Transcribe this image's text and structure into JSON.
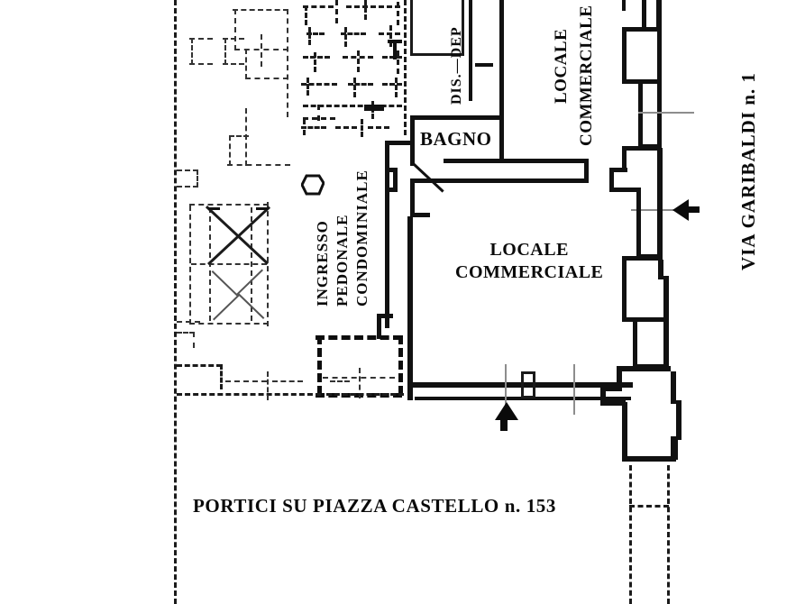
{
  "document": {
    "type": "architectural-floor-plan",
    "language": "it",
    "background_color": "#ffffff",
    "ink_color": "#0a0a0a"
  },
  "labels": {
    "bagno": "BAGNO",
    "locale_commerciale_main_line1": "LOCALE",
    "locale_commerciale_main_line2": "COMMERCIALE",
    "locale_commerciale_vert_line1": "LOCALE",
    "locale_commerciale_vert_line2": "COMMERCIALE",
    "ingresso_line1": "INGRESSO",
    "ingresso_line2": "PEDONALE",
    "ingresso_line3": "CONDOMINIALE",
    "dis_dep": "DIS.—DEP",
    "portici": "PORTICI  SU  PIAZZA CASTELLO  n. 153",
    "via_garibaldi": "VIA GARIBALDI  n. 1"
  },
  "rooms": [
    {
      "name": "BAGNO",
      "label": "BAGNO"
    },
    {
      "name": "LOCALE COMMERCIALE",
      "label": "LOCALE COMMERCIALE"
    },
    {
      "name": "DIS.—DEP",
      "label": "DIS.—DEP"
    },
    {
      "name": "INGRESSO PEDONALE CONDOMINIALE",
      "label": "INGRESSO PEDONALE CONDOMINIALE"
    }
  ],
  "streets": [
    {
      "name": "VIA GARIBALDI",
      "number": "n. 1",
      "side": "right"
    },
    {
      "name": "PORTICI SU PIAZZA CASTELLO",
      "number": "n. 153",
      "side": "bottom"
    }
  ],
  "markers": {
    "entrance_bottom": "entrance-arrow-up",
    "entrance_right": "entrance-arrow-left",
    "void_cross": "crossed-area-marker"
  }
}
